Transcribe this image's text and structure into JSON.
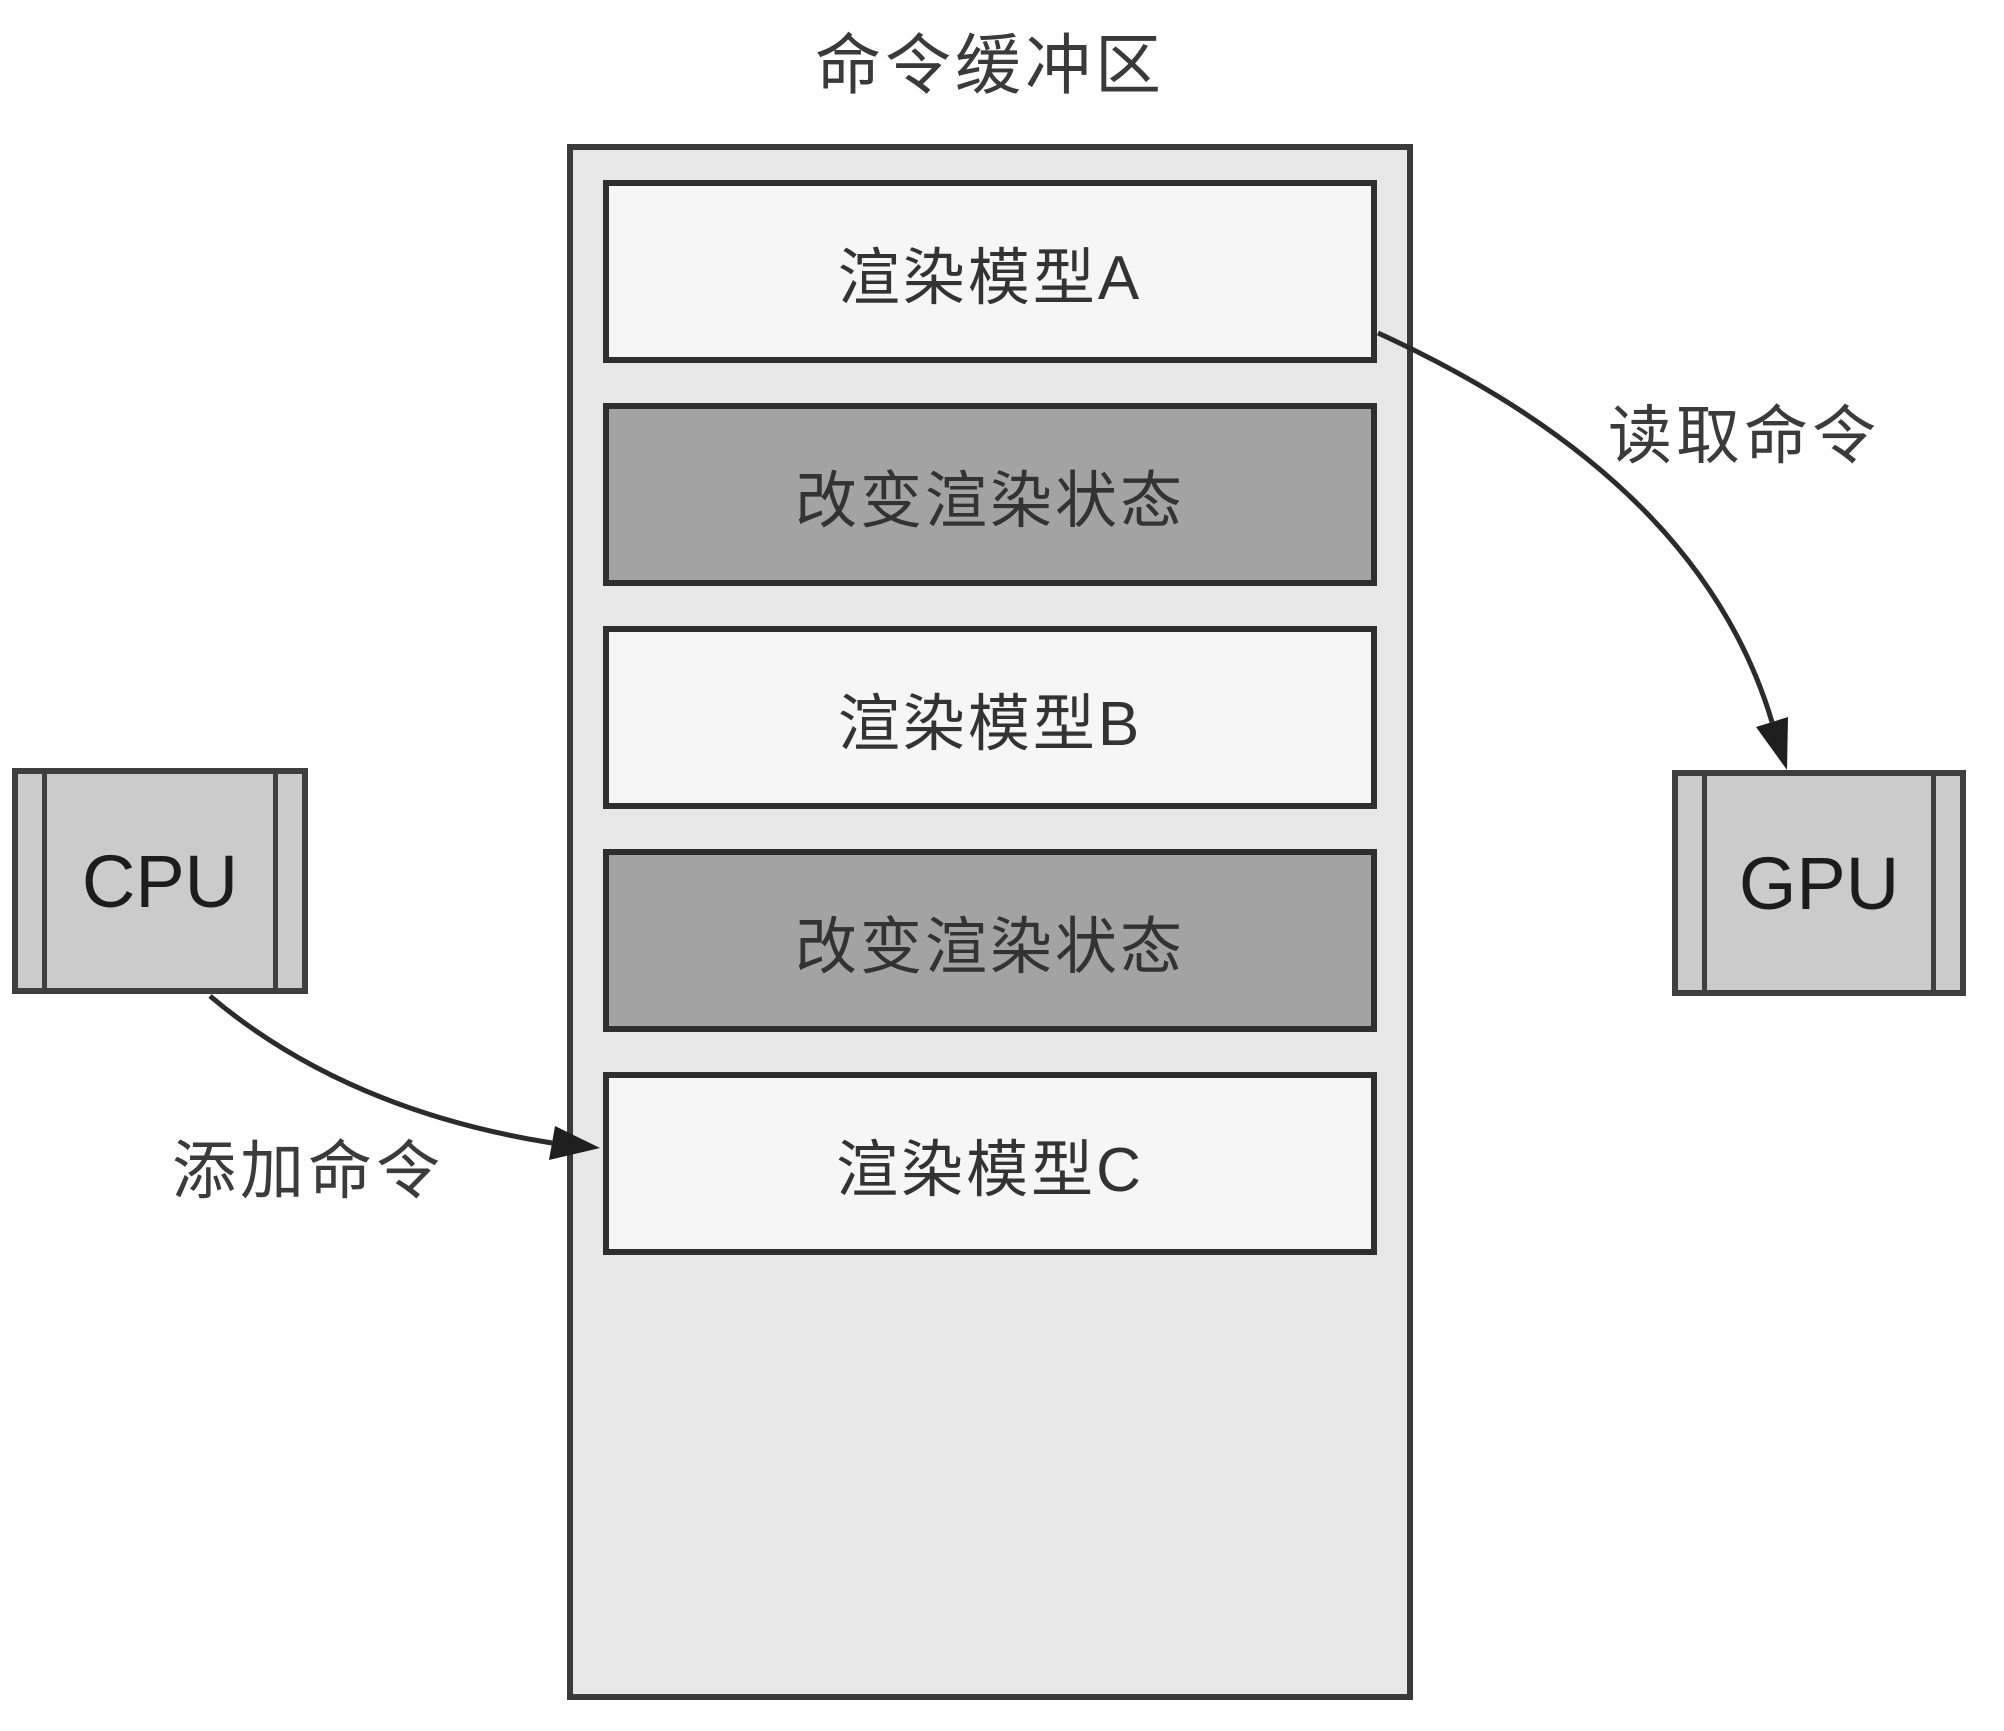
{
  "diagram": {
    "title": "命令缓冲区",
    "buffer": {
      "slots": [
        {
          "label": "渲染模型A",
          "type": "light"
        },
        {
          "label": "改变渲染状态",
          "type": "dark"
        },
        {
          "label": "渲染模型B",
          "type": "light"
        },
        {
          "label": "改变渲染状态",
          "type": "dark"
        },
        {
          "label": "渲染模型C",
          "type": "light"
        }
      ]
    },
    "cpu": {
      "label": "CPU"
    },
    "gpu": {
      "label": "GPU"
    },
    "arrows": {
      "read": {
        "label": "读取命令",
        "from": "渲染模型A",
        "to": "GPU"
      },
      "add": {
        "label": "添加命令",
        "from": "CPU",
        "to": "渲染模型C"
      }
    },
    "colors": {
      "page_bg": "#ffffff",
      "buffer_bg": "#e7e7e7",
      "light_slot_bg": "#f6f6f6",
      "dark_slot_bg": "#a3a3a3",
      "chip_bg": "#cbcbcb",
      "border": "#3a3a3a",
      "arrow": "#2b2b2b",
      "text": "#2f2f2f"
    }
  }
}
